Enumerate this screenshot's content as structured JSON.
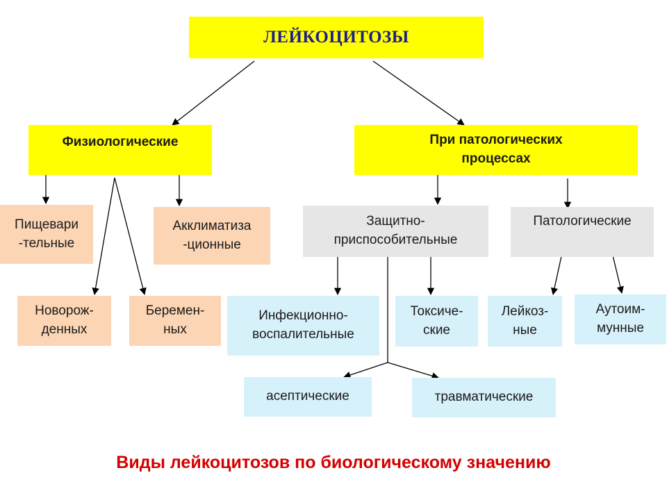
{
  "colors": {
    "root": "#ffff00",
    "physiological": "#fcd5b4",
    "category": "#e6e6e6",
    "subtype": "#d7f1fb",
    "caption": "#d40000",
    "title_text": "#1f1f8c"
  },
  "nodes": {
    "root": "ЛЕЙКОЦИТОЗЫ",
    "physiological": "Физиологические",
    "pathological_processes": "При патологических\nпроцессах",
    "digestive": "Пищевари\n-тельные",
    "acclimatization": "Акклиматиза\n-ционные",
    "newborns": "Новорож-\nденных",
    "pregnant": "Беремен-\nных",
    "protective": "Защитно-\nприспособительные",
    "pathological": "Патологические",
    "infectious": "Инфекционно-\nвоспалительные",
    "toxic": "Токсиче-\nские",
    "leukemic": "Лейкоз-\nные",
    "autoimmune": "Аутоим-\nмунные",
    "aseptic": "асептические",
    "traumatic": "травматические"
  },
  "caption": "Виды лейкоцитозов по биологическому значению"
}
